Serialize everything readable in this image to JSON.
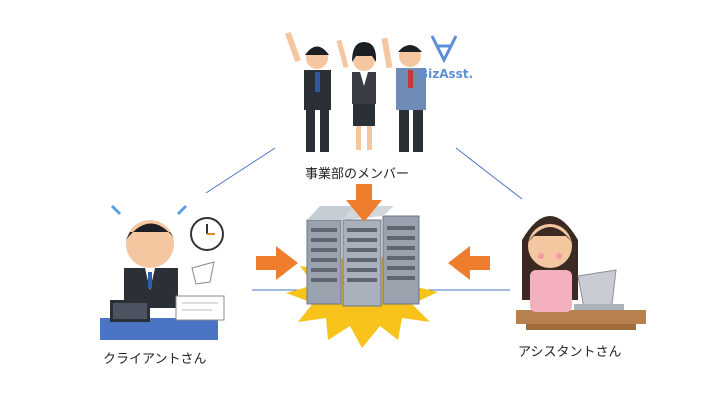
{
  "labels": {
    "members": "事業部のメンバー",
    "client": "クライアントさん",
    "assistant": "アシスタントさん"
  },
  "logo": {
    "text": "BizAsst."
  },
  "colors": {
    "arrow": "#ef7d2e",
    "burst": "#f7c21a",
    "connector": "#4b74c4",
    "logo": "#5b8fd6"
  },
  "icons": {
    "center": "server-rack-icon",
    "members": "cheering-team-icon",
    "client": "busy-businessman-icon",
    "assistant": "woman-laptop-icon"
  }
}
